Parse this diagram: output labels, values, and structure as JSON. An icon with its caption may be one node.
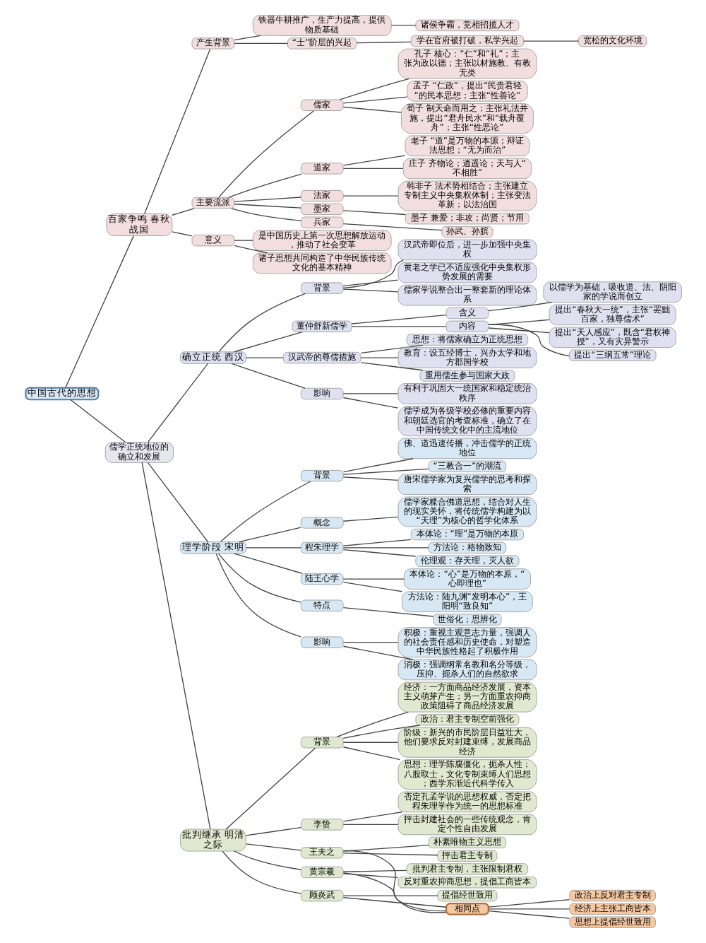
{
  "diagram": {
    "nodes": [
      {
        "text": [
          "中国古代的思想"
        ]
      },
      {
        "text": [
          "百家争鸣 春秋战国"
        ]
      },
      {
        "text": [
          "产生背景"
        ]
      },
      {
        "text": [
          "铁器牛耕推广，生产力提高，提供物质基础"
        ]
      },
      {
        "text": [
          "诸侯争霸，竞相招揽人才"
        ]
      },
      {
        "text": [
          "“士”阶层的兴起"
        ]
      },
      {
        "text": [
          "学在官府被打破，私学兴起"
        ]
      },
      {
        "text": [
          "宽松的文化环境"
        ]
      },
      {
        "text": [
          "主要流派"
        ]
      },
      {
        "text": [
          "儒家"
        ]
      },
      {
        "text": [
          "孔子 核心：“仁”和“礼”；主张为政以德；主张以材施教、有教无类"
        ]
      },
      {
        "text": [
          "孟子 “仁政”，提出“民贵君轻”的民本思想；主张“性善论”"
        ]
      },
      {
        "text": [
          "荀子 制天命而用之；主张礼法并施，提出“君舟民水”和“载舟覆舟”；主张“性恶论”"
        ]
      },
      {
        "text": [
          "道家"
        ]
      },
      {
        "text": [
          "老子 “道”是万物的本源；辩证法思想；“无为而治”"
        ]
      },
      {
        "text": [
          "庄子 齐物论；逍遥论；天与人“不相胜”"
        ]
      },
      {
        "text": [
          "法家"
        ]
      },
      {
        "text": [
          "韩非子 法术势相结合；主张建立专制主义中央集权体制；主张变法革新；以法治国"
        ]
      },
      {
        "text": [
          "墨家"
        ]
      },
      {
        "text": [
          "墨子 兼爱；非攻；尚贤；节用"
        ]
      },
      {
        "text": [
          "兵家"
        ]
      },
      {
        "text": [
          "孙武、孙膑"
        ]
      },
      {
        "text": [
          "意义"
        ]
      },
      {
        "text": [
          "是中国历史上第一次思想解放运动，推动了社会变革"
        ]
      },
      {
        "text": [
          "诸子思想共同构造了中华民族传统文化的基本精神"
        ]
      },
      {
        "text": [
          "儒学正统地位的确立和发展"
        ]
      },
      {
        "text": [
          "确立正统 西汉"
        ]
      },
      {
        "text": [
          "背景"
        ]
      },
      {
        "text": [
          "汉武帝即位后，进一步加强中央集权"
        ]
      },
      {
        "text": [
          "黄老之学已不适应强化中央集权形势发展的需要"
        ]
      },
      {
        "text": [
          "儒家学说整合出一整套新的理论体系"
        ]
      },
      {
        "text": [
          "董仲舒新儒学"
        ]
      },
      {
        "text": [
          "含义"
        ]
      },
      {
        "text": [
          "以儒学为基础，吸收道、法、阴阳家的学说而创立"
        ]
      },
      {
        "text": [
          "内容"
        ]
      },
      {
        "text": [
          "提出“春秋大一统”，主张“罢黜百家，独尊儒术”"
        ]
      },
      {
        "text": [
          "提出“天人感应”，既含“君权神授”，又有灾异警示"
        ]
      },
      {
        "text": [
          "提出“三纲五常”理论"
        ]
      },
      {
        "text": [
          "汉武帝的尊儒措施"
        ]
      },
      {
        "text": [
          "思想：将儒家确立为正统思想"
        ]
      },
      {
        "text": [
          "教育：设五经博士，兴办太学和地方郡国学校"
        ]
      },
      {
        "text": [
          "重用儒生参与国家大政"
        ]
      },
      {
        "text": [
          "影响"
        ]
      },
      {
        "text": [
          "有利于巩固大一统国家和稳定统治秩序"
        ]
      },
      {
        "text": [
          "儒学成为各级学校必修的重要内容和朝廷选官的考查标准，确立了在中国传统文化中的主流地位"
        ]
      },
      {
        "text": [
          "理学阶段 宋明"
        ]
      },
      {
        "text": [
          "背景"
        ]
      },
      {
        "text": [
          "佛、道迅速传播，冲击儒学的正统地位"
        ]
      },
      {
        "text": [
          "“三教合一”的潮流"
        ]
      },
      {
        "text": [
          "唐宋儒学家为复兴儒学的思考和探索"
        ]
      },
      {
        "text": [
          "概念"
        ]
      },
      {
        "text": [
          "儒学家糅合佛道思想，结合对人生的现实关怀，将传统儒学构建为以“天理”为核心的哲学化体系"
        ]
      },
      {
        "text": [
          "程朱理学"
        ]
      },
      {
        "text": [
          "本体论：“理”是万物的本原"
        ]
      },
      {
        "text": [
          "方法论：格物致知"
        ]
      },
      {
        "text": [
          "伦理观：存天理，灭人欲"
        ]
      },
      {
        "text": [
          "陆王心学"
        ]
      },
      {
        "text": [
          "本体论：“心”是万物的本原，“心即理也”"
        ]
      },
      {
        "text": [
          "方法论：陆九渊“发明本心”，王阳明“致良知”"
        ]
      },
      {
        "text": [
          "特点"
        ]
      },
      {
        "text": [
          "世俗化；思辨化"
        ]
      },
      {
        "text": [
          "影响"
        ]
      },
      {
        "text": [
          "积极：重视主观意志力量，强调人的社会责任感和历史使命，对塑造中华民族性格起了积极作用"
        ]
      },
      {
        "text": [
          "消极：强调纲常名教和名分等级，压抑、扼杀人们的自然欲求"
        ]
      },
      {
        "text": [
          "批判继承 明清之际"
        ]
      },
      {
        "text": [
          "背景"
        ]
      },
      {
        "text": [
          "经济：一方面商品经济发展，资本主义萌芽产生；另一方面重农抑商政策阻碍了商品经济发展"
        ]
      },
      {
        "text": [
          "政治：君主专制空前强化"
        ]
      },
      {
        "text": [
          "阶级：新兴的市民阶层日益壮大，他们要求反对封建束缚，发展商品经济"
        ]
      },
      {
        "text": [
          "思想：理学陈腐僵化，扼杀人性；八股取士，文化专制束缚人们思想；西学东渐近代科学传入"
        ]
      },
      {
        "text": [
          "李贽"
        ]
      },
      {
        "text": [
          "否定孔孟学说的思想权威，否定把程朱理学作为统一的思想标准"
        ]
      },
      {
        "text": [
          "抨击封建社会的一些传统观念，肯定个性自由发展"
        ]
      },
      {
        "text": [
          "王夫之"
        ]
      },
      {
        "text": [
          "朴素唯物主义思想"
        ]
      },
      {
        "text": [
          "抨击君主专制"
        ]
      },
      {
        "text": [
          "黄宗羲"
        ]
      },
      {
        "text": [
          "批判君主专制，主张限制君权"
        ]
      },
      {
        "text": [
          "反对重农抑商思想，提倡工商皆本"
        ]
      },
      {
        "text": [
          "顾炎武"
        ]
      },
      {
        "text": [
          "提倡经世致用"
        ]
      },
      {
        "text": [
          "相同点"
        ]
      },
      {
        "text": [
          "政治上反对君主专制"
        ]
      },
      {
        "text": [
          "经济上主张工商皆本"
        ]
      },
      {
        "text": [
          "思想上提倡经世致用"
        ]
      }
    ],
    "edges": [
      {
        "from": 0,
        "to": 1,
        "arrow": "none"
      },
      {
        "from": 1,
        "to": 2,
        "arrow": "none"
      },
      {
        "from": 2,
        "to": 3,
        "arrow": "none"
      },
      {
        "from": 3,
        "to": 4,
        "arrow": "none"
      },
      {
        "from": 2,
        "to": 5,
        "arrow": "none"
      },
      {
        "from": 5,
        "to": 6,
        "arrow": "none"
      },
      {
        "from": 6,
        "to": 7,
        "arrow": "none"
      },
      {
        "from": 1,
        "to": 8,
        "arrow": "none"
      },
      {
        "from": 8,
        "to": 9,
        "arrow": "none"
      },
      {
        "from": 9,
        "to": 10,
        "arrow": "none"
      },
      {
        "from": 9,
        "to": 11,
        "arrow": "none"
      },
      {
        "from": 9,
        "to": 12,
        "arrow": "none"
      },
      {
        "from": 8,
        "to": 13,
        "arrow": "none"
      },
      {
        "from": 13,
        "to": 14,
        "arrow": "none"
      },
      {
        "from": 13,
        "to": 15,
        "arrow": "none"
      },
      {
        "from": 8,
        "to": 16,
        "arrow": "none"
      },
      {
        "from": 16,
        "to": 17,
        "arrow": "none"
      },
      {
        "from": 8,
        "to": 18,
        "arrow": "none"
      },
      {
        "from": 18,
        "to": 19,
        "arrow": "none"
      },
      {
        "from": 8,
        "to": 20,
        "arrow": "none"
      },
      {
        "from": 20,
        "to": 21,
        "arrow": "none"
      },
      {
        "from": 1,
        "to": 22,
        "arrow": "none"
      },
      {
        "from": 22,
        "to": 23,
        "arrow": "none"
      },
      {
        "from": 22,
        "to": 24,
        "arrow": "none"
      },
      {
        "from": 0,
        "to": 25,
        "arrow": "none"
      },
      {
        "from": 25,
        "to": 26,
        "arrow": "none"
      },
      {
        "from": 26,
        "to": 27,
        "arrow": "none"
      },
      {
        "from": 27,
        "to": 28,
        "arrow": "none"
      },
      {
        "from": 27,
        "to": 29,
        "arrow": "none"
      },
      {
        "from": 27,
        "to": 30,
        "arrow": "none"
      },
      {
        "from": 26,
        "to": 31,
        "arrow": "none"
      },
      {
        "from": 31,
        "to": 32,
        "arrow": "none"
      },
      {
        "from": 32,
        "to": 33,
        "arrow": "none"
      },
      {
        "from": 31,
        "to": 34,
        "arrow": "none"
      },
      {
        "from": 34,
        "to": 35,
        "arrow": "none"
      },
      {
        "from": 34,
        "to": 36,
        "arrow": "none"
      },
      {
        "from": 34,
        "to": 37,
        "arrow": "none"
      },
      {
        "from": 26,
        "to": 38,
        "arrow": "none"
      },
      {
        "from": 38,
        "to": 39,
        "arrow": "none"
      },
      {
        "from": 38,
        "to": 40,
        "arrow": "none"
      },
      {
        "from": 38,
        "to": 41,
        "arrow": "none"
      },
      {
        "from": 26,
        "to": 42,
        "arrow": "none"
      },
      {
        "from": 42,
        "to": 43,
        "arrow": "none"
      },
      {
        "from": 42,
        "to": 44,
        "arrow": "none"
      },
      {
        "from": 25,
        "to": 45,
        "arrow": "none"
      },
      {
        "from": 45,
        "to": 46,
        "arrow": "none"
      },
      {
        "from": 46,
        "to": 47,
        "arrow": "none"
      },
      {
        "from": 46,
        "to": 48,
        "arrow": "none"
      },
      {
        "from": 46,
        "to": 49,
        "arrow": "none"
      },
      {
        "from": 45,
        "to": 50,
        "arrow": "none"
      },
      {
        "from": 50,
        "to": 51,
        "arrow": "none"
      },
      {
        "from": 45,
        "to": 52,
        "arrow": "none"
      },
      {
        "from": 52,
        "to": 53,
        "arrow": "none"
      },
      {
        "from": 52,
        "to": 54,
        "arrow": "none"
      },
      {
        "from": 52,
        "to": 55,
        "arrow": "none"
      },
      {
        "from": 45,
        "to": 56,
        "arrow": "none"
      },
      {
        "from": 56,
        "to": 57,
        "arrow": "none"
      },
      {
        "from": 56,
        "to": 58,
        "arrow": "none"
      },
      {
        "from": 45,
        "to": 59,
        "arrow": "none"
      },
      {
        "from": 59,
        "to": 60,
        "arrow": "none"
      },
      {
        "from": 45,
        "to": 61,
        "arrow": "none"
      },
      {
        "from": 61,
        "to": 62,
        "arrow": "none"
      },
      {
        "from": 61,
        "to": 63,
        "arrow": "none"
      },
      {
        "from": 25,
        "to": 64,
        "arrow": "none"
      },
      {
        "from": 64,
        "to": 65,
        "arrow": "none"
      },
      {
        "from": 65,
        "to": 66,
        "arrow": "none"
      },
      {
        "from": 65,
        "to": 67,
        "arrow": "none"
      },
      {
        "from": 65,
        "to": 68,
        "arrow": "none"
      },
      {
        "from": 65,
        "to": 69,
        "arrow": "none"
      },
      {
        "from": 64,
        "to": 70,
        "arrow": "none"
      },
      {
        "from": 70,
        "to": 71,
        "arrow": "none"
      },
      {
        "from": 70,
        "to": 72,
        "arrow": "none"
      },
      {
        "from": 64,
        "to": 73,
        "arrow": "none"
      },
      {
        "from": 73,
        "to": 74,
        "arrow": "none"
      },
      {
        "from": 73,
        "to": 75,
        "arrow": "none"
      },
      {
        "from": 64,
        "to": 76,
        "arrow": "none"
      },
      {
        "from": 76,
        "to": 77,
        "arrow": "none"
      },
      {
        "from": 76,
        "to": 78,
        "arrow": "none"
      },
      {
        "from": 64,
        "to": 79,
        "arrow": "none"
      },
      {
        "from": 79,
        "to": 80,
        "arrow": "none"
      },
      {
        "from": 73,
        "to": 81,
        "arrow": "none"
      },
      {
        "from": 76,
        "to": 81,
        "arrow": "none"
      },
      {
        "from": 79,
        "to": 81,
        "arrow": "none"
      },
      {
        "from": 81,
        "to": 82,
        "arrow": "none"
      },
      {
        "from": 81,
        "to": 83,
        "arrow": "none"
      },
      {
        "from": 81,
        "to": 84,
        "arrow": "none"
      }
    ]
  }
}
